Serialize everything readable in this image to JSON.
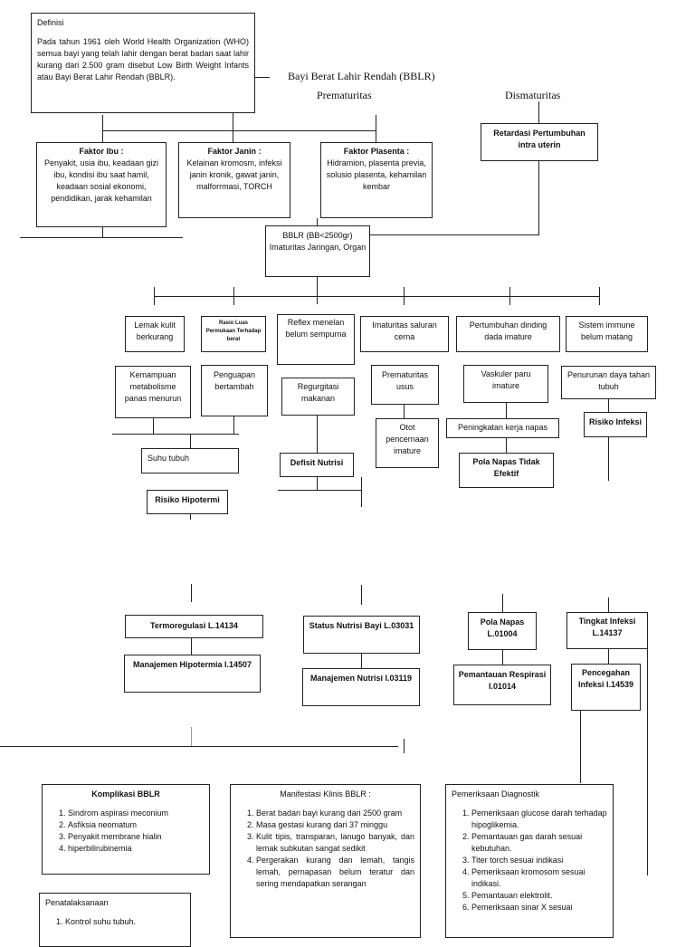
{
  "definisi": {
    "title": "Definisi",
    "text": "Pada tahun 1961 oleh World Health Organization (WHO) semua bayi yang telah lahir dengan berat badan saat lahir kurang dari 2.500 gram disebut Low Birth Weight Infants atau Bayi Berat Lahir Rendah (BBLR)."
  },
  "heading": {
    "bblr": "Bayi Berat Lahir Rendah (BBLR)",
    "prematuritas": "Prematuritas",
    "dismaturitas": "Dismaturitas"
  },
  "faktor": {
    "ibu_title": "Faktor Ibu :",
    "ibu_text": "Penyakit, usia ibu, keadaan gizi ibu, kondisi ibu saat hamil, keadaan sosial ekonomi, pendidikan, jarak kehamilan",
    "janin_title": "Faktor Janin :",
    "janin_text": "Kelainan kromosm, infeksi janin kronik, gawat janin, malforrmasi, TORCH",
    "plasenta_title": "Faktor Plasenta :",
    "plasenta_text": "Hidramion, plasenta previa, solusio plasenta, kehamilan kembar",
    "retardasi": "Retardasi Pertumbuhan intra uterin"
  },
  "bblr_box": "BBLR (BB<2500gr) Imaturitas Jaringan, Organ",
  "row1": {
    "lemak": "Lemak kulit berkurang",
    "rasio": "Rasio Luas Permukaan Terhadap berat",
    "reflex": "Reflex menelan belum sempurna",
    "imaturitas": "Imaturitas saluran cerna",
    "pertumbuhan": "Pertumbuhan dinding dada imature",
    "sistem": "Sistem immune belum matang"
  },
  "row2": {
    "kemampuan": "Kemampuan metabolisme panas menurun",
    "penguapan": "Penguapan bertambah",
    "regurgitasi": "Regurgitasi makanan",
    "prematuritas_usus": "Prematuritas usus",
    "vaskuler": "Vaskuler paru imature",
    "penurunan": "Penurunan daya tahan tubuh"
  },
  "row3": {
    "otot": "Otot pencernaan imature",
    "peningkatan": "Peningkatan kerja napas",
    "risiko_infeksi": "Risiko Infeksi",
    "suhu": "Suhu tubuh",
    "defisit": "Defisit Nutrisi",
    "pola_napas": "Pola Napas Tidak Efektif",
    "risiko_hipotermi": "Risiko Hipotermi"
  },
  "outcomes": {
    "termoregulasi": "Termoregulasi L.14134",
    "manajemen_hipotermia": "Manajemen Hipotermia I.14507",
    "status_nutrisi": "Status Nutrisi Bayi L.03031",
    "manajemen_nutrisi": "Manajemen Nutrisi I.03119",
    "pola_napas_l": "Pola Napas L.01004",
    "pemantauan_respirasi": "Pemantauan Respirasi I.01014",
    "tingkat_infeksi": "Tingkat Infeksi L.14137",
    "pencegahan_infeksi": "Pencegahan Infeksi I.14539"
  },
  "komplikasi": {
    "title": "Komplikasi BBLR",
    "items": [
      "Sindrom aspirasi meconium",
      "Asfiksia neomatum",
      "Penyakit membrane hialin",
      "hiperbilirubinemia"
    ]
  },
  "penatalaksanaan": {
    "title": "Penatalaksanaan",
    "items": [
      "Kontrol suhu tubuh."
    ]
  },
  "manifestasi": {
    "title": "Manifestasi Klinis BBLR :",
    "items": [
      "Berat badan bayi kurang dari 2500 gram",
      "Masa gestasi kurang dari 37 minggu",
      "Kulit tipis, transparan, lanugo banyak, dan lemak subkutan sangat sedikit",
      "Pergerakan kurang dan lemah, tangis lemah, pernapasan belum teratur dan sering mendapatkan serangan"
    ]
  },
  "diagnostik": {
    "title": "Pemeriksaan Diagnostik",
    "items": [
      "Pemeriksaan glucose darah terhadap hipoglikemia.",
      "Pemantauan gas darah sesuai kebutuhan.",
      "Titer torch sesuai indikasi",
      "Pemeriksaan kromosom sesuai indikasi.",
      "Pemantauan elektrolit.",
      "Pemeriksaan sinar X sesuai"
    ]
  }
}
